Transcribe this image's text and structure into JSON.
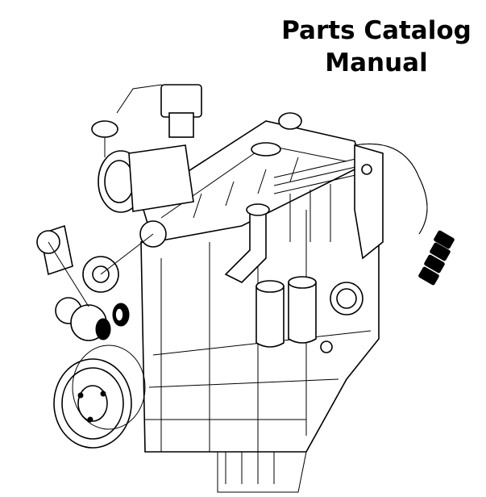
{
  "title": {
    "line1": "Parts Catalog",
    "line2": "Manual"
  },
  "image": {
    "subject": "engine-line-drawing"
  }
}
